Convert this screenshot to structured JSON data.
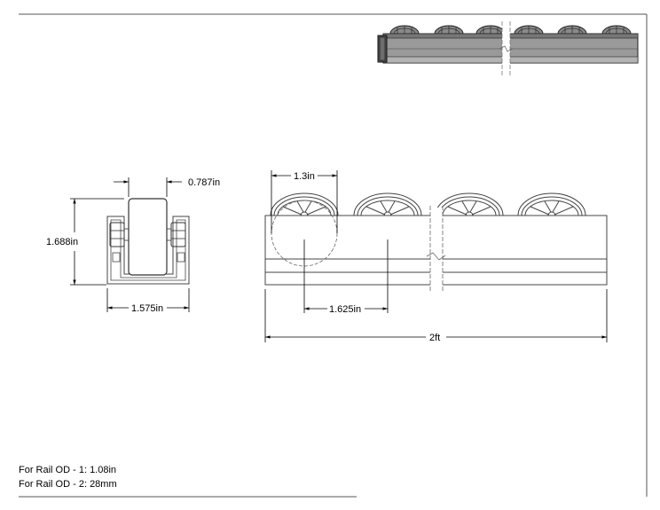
{
  "drawing": {
    "dimensions": {
      "end_view_width_top": "0.787in",
      "end_view_height": "1.688in",
      "end_view_width_bottom": "1.575in",
      "wheel_diameter": "1.3in",
      "wheel_spacing": "1.625in",
      "overall_length": "2ft"
    }
  },
  "notes": [
    "For Rail OD - 1: 1.08in",
    "For Rail OD - 2: 28mm"
  ]
}
